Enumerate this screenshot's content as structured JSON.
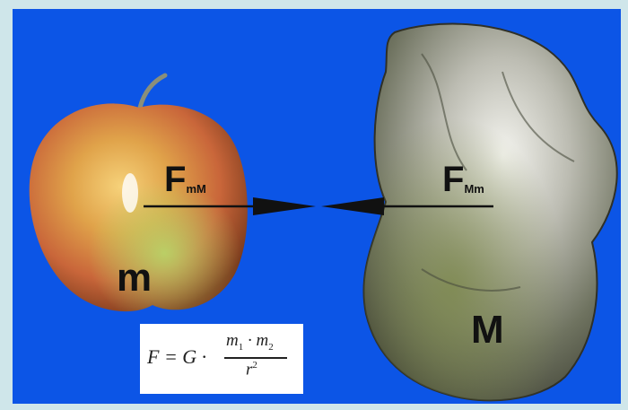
{
  "diagram": {
    "apple_mass_label": "m",
    "rock_mass_label": "M",
    "force_on_apple": {
      "symbol": "F",
      "subscript": "mM"
    },
    "force_on_rock": {
      "symbol": "F",
      "subscript": "Mm"
    },
    "formula": {
      "lhs": "F = G ·",
      "numerator": "m",
      "numerator_sub1": "1",
      "numerator_mid": " · m",
      "numerator_sub2": "2",
      "denominator": "r",
      "denominator_sup": "2"
    },
    "colors": {
      "background": "#0c55e6",
      "border": "#cfe6ea",
      "arrow": "#111111"
    },
    "icons": [
      "apple-icon",
      "rock-icon"
    ]
  }
}
